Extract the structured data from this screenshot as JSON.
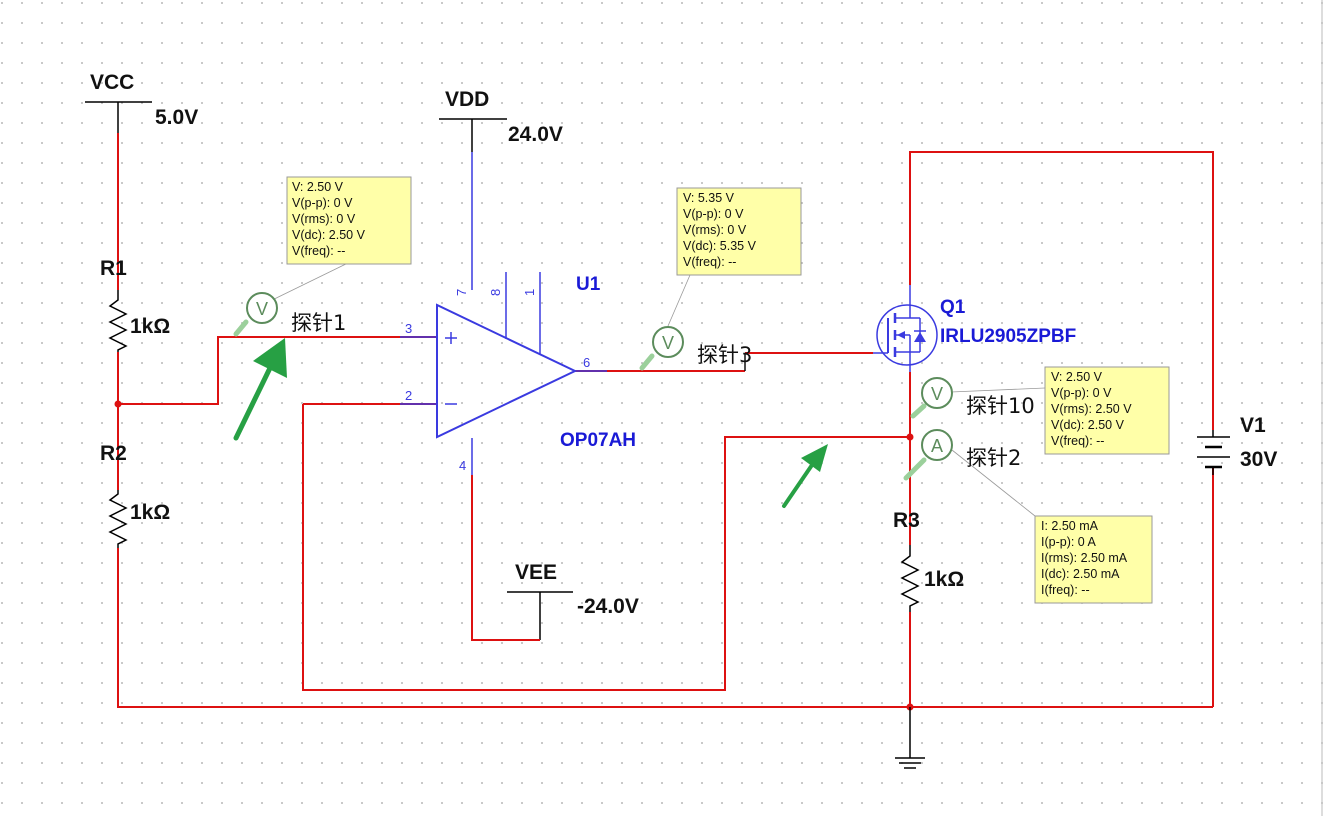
{
  "colors": {
    "wire": "#dd1111",
    "component": "#000000",
    "ref_blue": "#1a1ad6",
    "pin_blue": "#3a3ae0",
    "tooltip_bg": "#ffffa8",
    "probe_green": "#5c8c5c",
    "arrow_green": "#27a044",
    "grid_dot": "#b8b8b8"
  },
  "supplies": {
    "vcc": {
      "name": "VCC",
      "value": "5.0V"
    },
    "vdd": {
      "name": "VDD",
      "value": "24.0V"
    },
    "vee": {
      "name": "VEE",
      "value": "-24.0V"
    }
  },
  "components": {
    "r1": {
      "ref": "R1",
      "value": "1kΩ"
    },
    "r2": {
      "ref": "R2",
      "value": "1kΩ"
    },
    "r3": {
      "ref": "R3",
      "value": "1kΩ"
    },
    "u1": {
      "ref": "U1",
      "model": "OP07AH",
      "pins": [
        "3",
        "2",
        "6",
        "7",
        "8",
        "1",
        "4"
      ]
    },
    "q1": {
      "ref": "Q1",
      "model": "IRLU2905ZPBF"
    },
    "v1": {
      "ref": "V1",
      "value": "30V"
    }
  },
  "probes": [
    {
      "icon": "V",
      "label": "探针1",
      "readings": [
        "V: 2.50 V",
        "V(p-p): 0 V",
        "V(rms): 0 V",
        "V(dc): 2.50 V",
        "V(freq): --"
      ]
    },
    {
      "icon": "V",
      "label": "探针3",
      "readings": [
        "V: 5.35 V",
        "V(p-p): 0 V",
        "V(rms): 0 V",
        "V(dc): 5.35 V",
        "V(freq): --"
      ]
    },
    {
      "icon": "V",
      "label": "探针10",
      "readings": [
        "V: 2.50 V",
        "V(p-p): 0 V",
        "V(rms): 2.50 V",
        "V(dc): 2.50 V",
        "V(freq): --"
      ]
    },
    {
      "icon": "A",
      "label": "探针2",
      "readings": [
        "I: 2.50 mA",
        "I(p-p): 0 A",
        "I(rms): 2.50 mA",
        "I(dc): 2.50 mA",
        "I(freq): --"
      ]
    }
  ]
}
